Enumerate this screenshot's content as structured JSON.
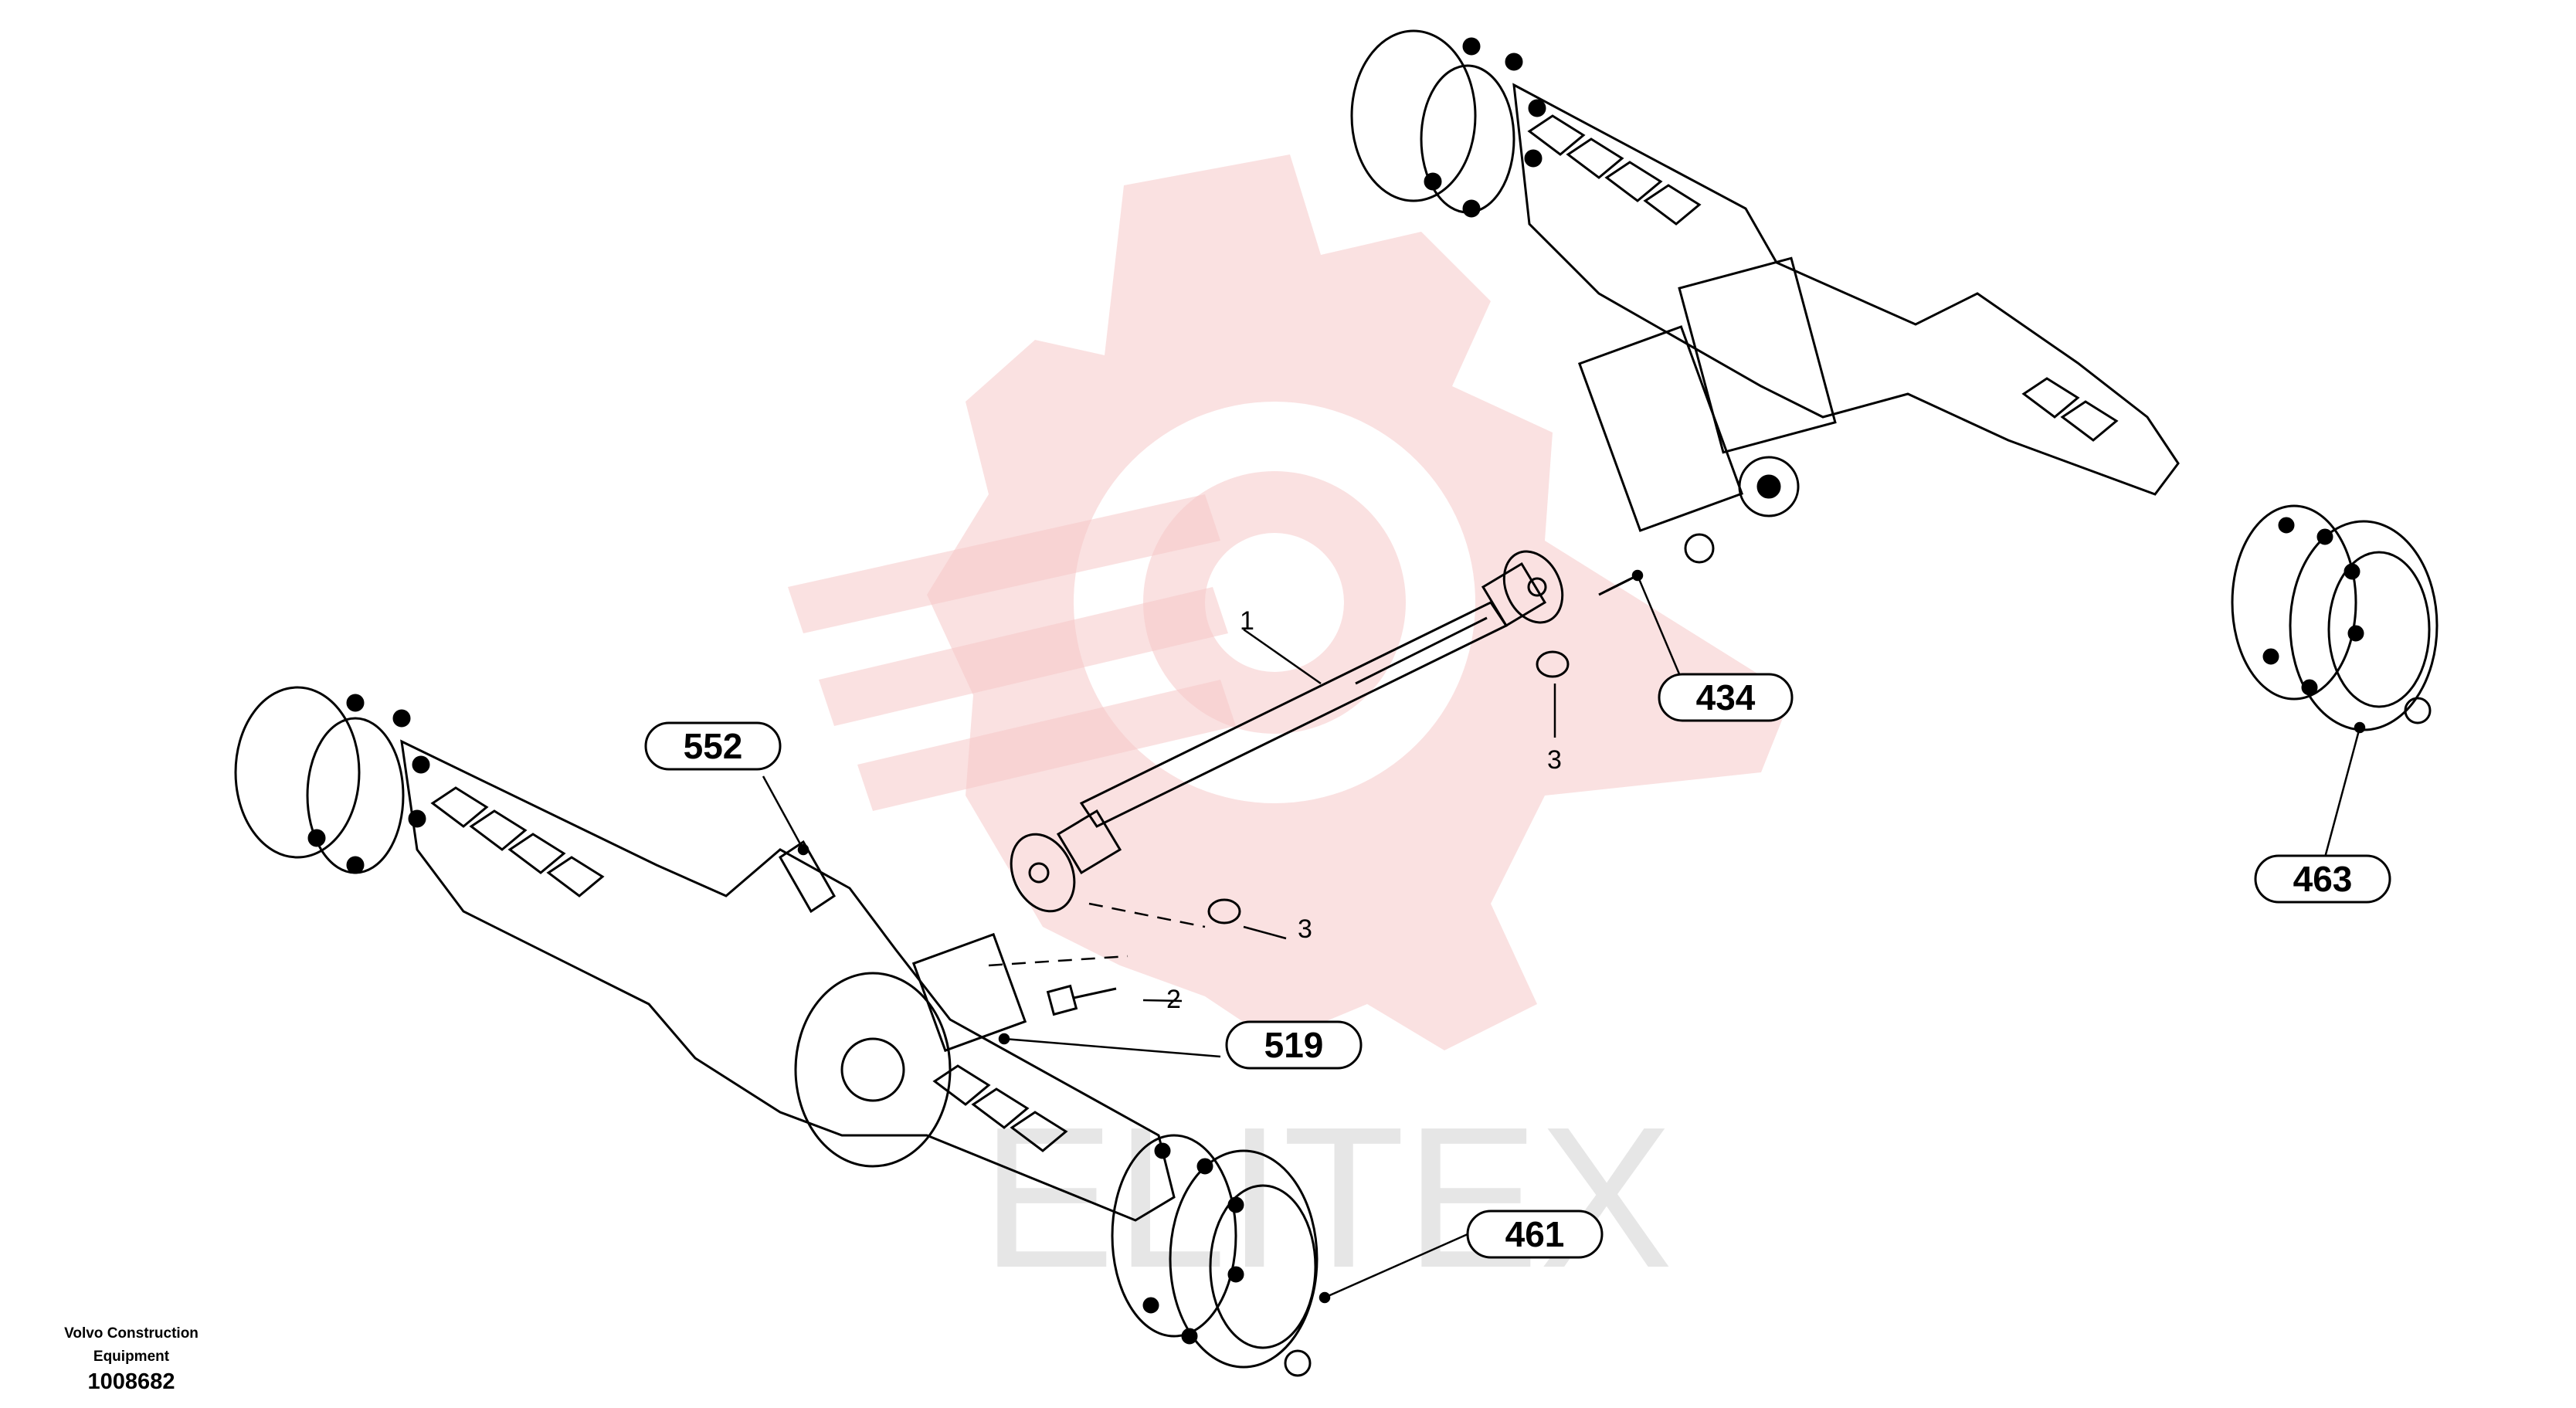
{
  "diagram": {
    "callouts": [
      {
        "id": "552",
        "label": "552"
      },
      {
        "id": "434",
        "label": "434"
      },
      {
        "id": "463",
        "label": "463"
      },
      {
        "id": "519",
        "label": "519"
      },
      {
        "id": "461",
        "label": "461"
      }
    ],
    "part_numbers": [
      {
        "id": "1",
        "label": "1"
      },
      {
        "id": "2",
        "label": "2"
      },
      {
        "id": "3a",
        "label": "3"
      },
      {
        "id": "3b",
        "label": "3"
      }
    ],
    "watermark_text": "ELITEX"
  },
  "footer": {
    "brand_line1": "Volvo Construction",
    "brand_line2": "Equipment",
    "drawing_number": "1008682"
  },
  "colors": {
    "line": "#000000",
    "watermark": "#f6c9c9",
    "watermark_text": "#e6e6e6"
  }
}
